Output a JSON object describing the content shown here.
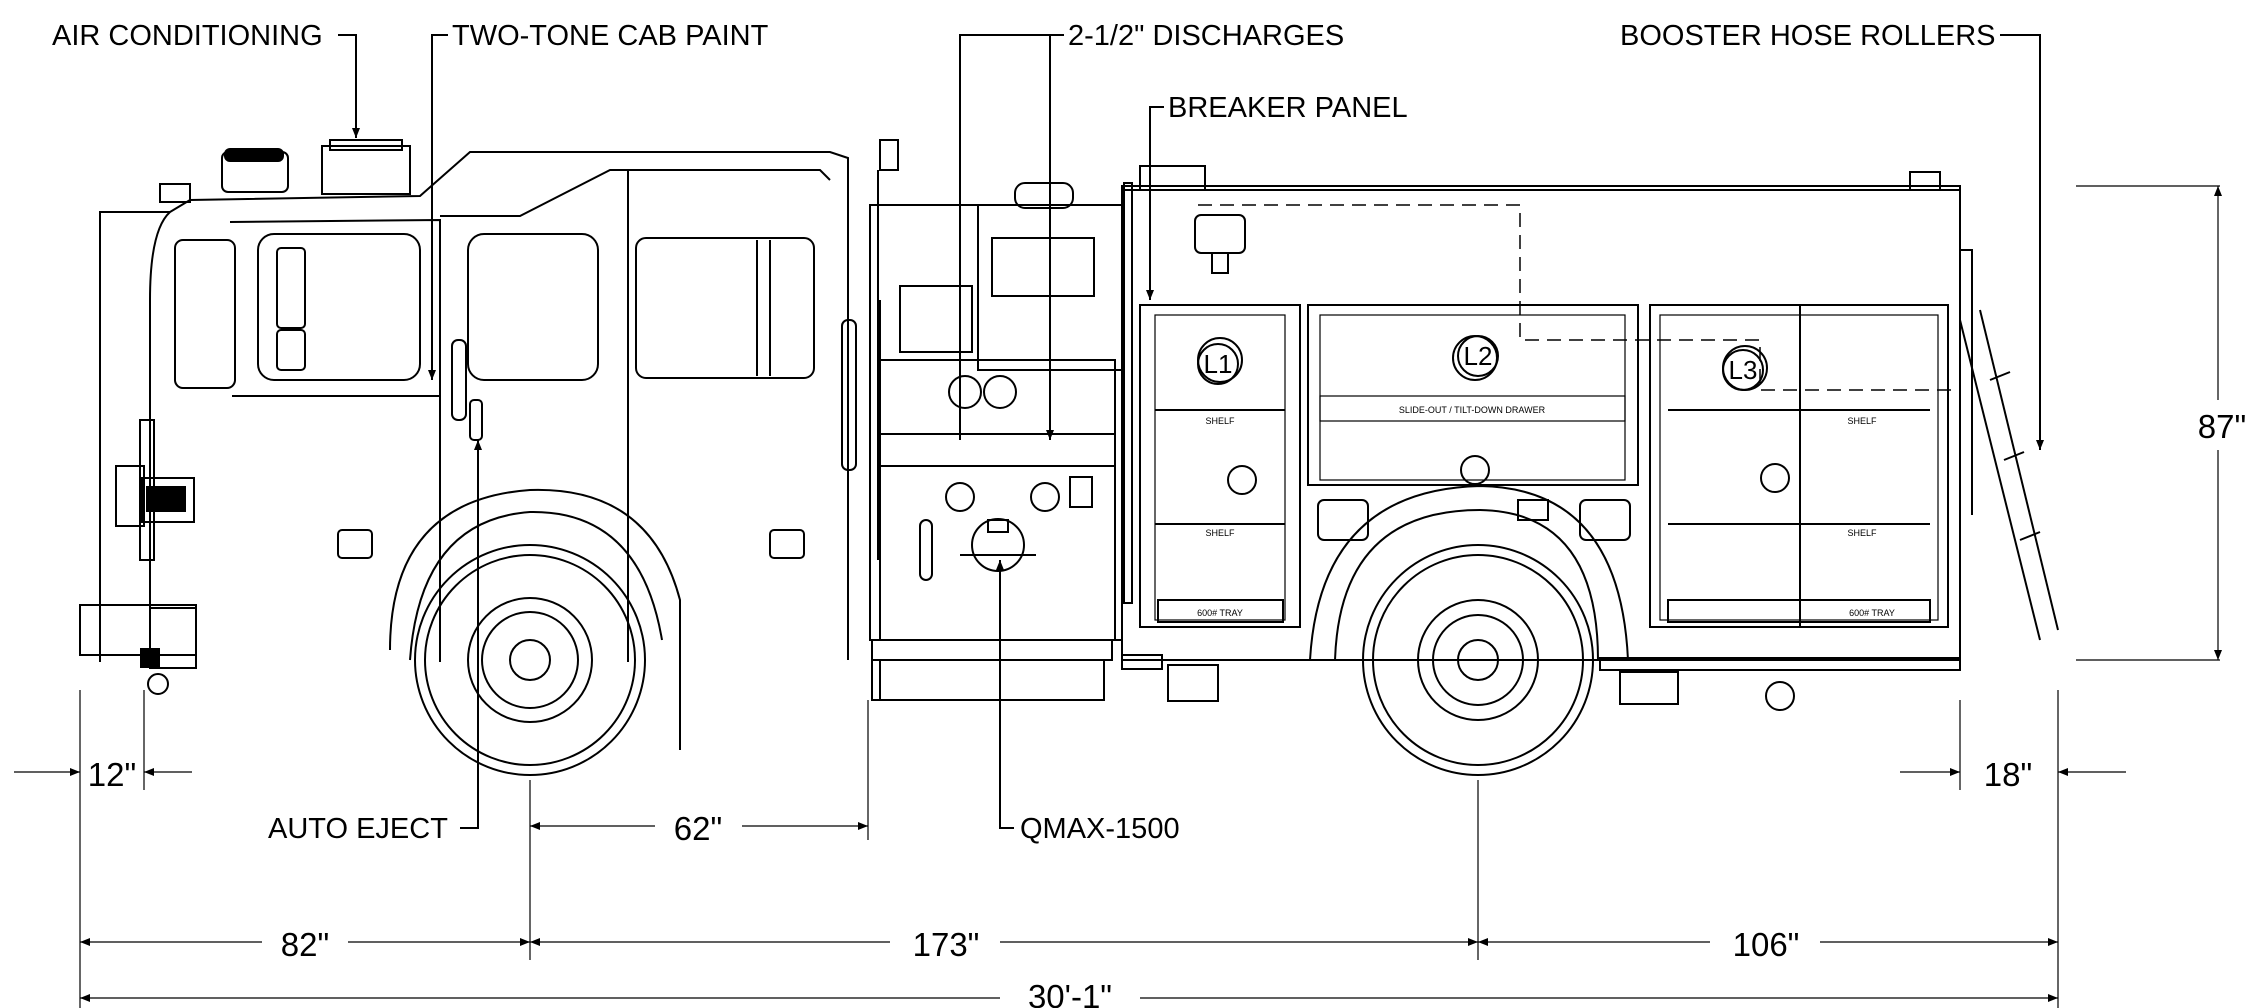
{
  "callouts": {
    "air_conditioning": "AIR CONDITIONING",
    "two_tone_cab_paint": "TWO-TONE CAB PAINT",
    "discharges": "2-1/2\" DISCHARGES",
    "breaker_panel": "BREAKER PANEL",
    "booster_hose_rollers": "BOOSTER HOSE ROLLERS",
    "auto_eject": "AUTO EJECT",
    "qmax": "QMAX-1500"
  },
  "dimensions": {
    "front_overhang": "12\"",
    "rear_overhang": "18\"",
    "height": "87\"",
    "cab_to_pump": "62\"",
    "front_to_axle": "82\"",
    "wheelbase": "173\"",
    "rear_axle_to_end": "106\"",
    "overall_length": "30'-1\""
  },
  "compartments": {
    "l1": "L1",
    "l2": "L2",
    "l3": "L3",
    "shelf": "SHELF",
    "drawer": "SLIDE-OUT / TILT-DOWN DRAWER",
    "tray": "600# TRAY"
  }
}
